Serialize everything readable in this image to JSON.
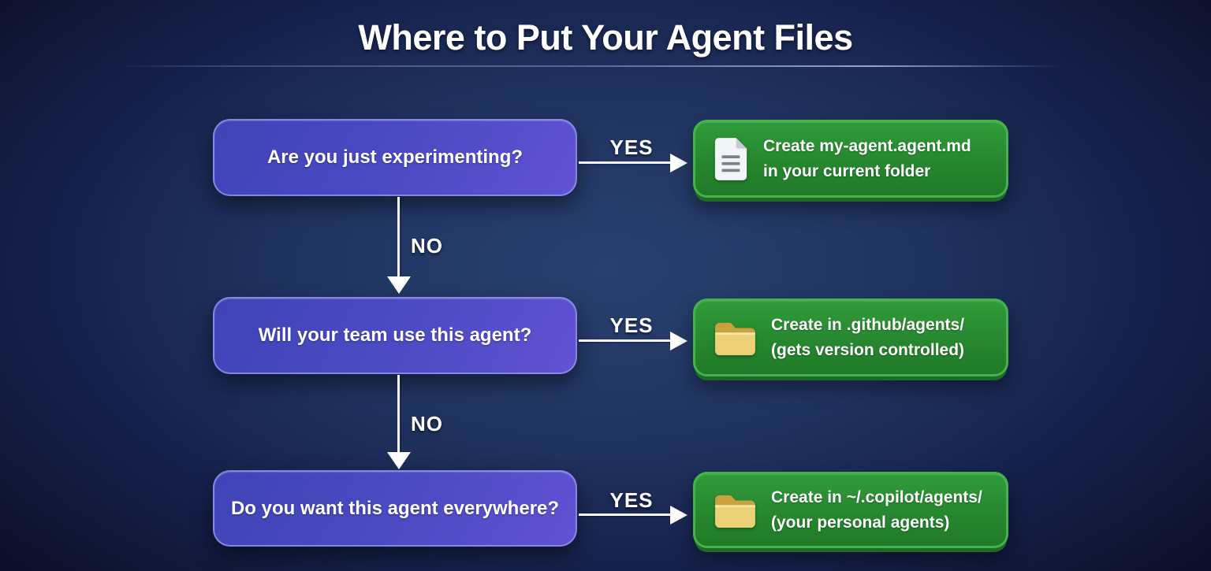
{
  "title": "Where to Put Your Agent Files",
  "colors": {
    "background_center": "#28406f",
    "background_edge": "#0c0e26",
    "question_box_top": "#3f44b6",
    "question_box_bottom": "#6152d3",
    "question_box_border": "#969cf0",
    "answer_box_top": "#309b3a",
    "answer_box_bottom": "#1f7a27",
    "answer_box_border": "#45b34c",
    "folder_icon": "#ecd077",
    "arrow": "#ffffff"
  },
  "flow": {
    "yes_label": "YES",
    "no_label": "NO",
    "questions": [
      {
        "text": "Are you just experimenting?"
      },
      {
        "text": "Will your team use this agent?"
      },
      {
        "text": "Do you want this agent everywhere?"
      }
    ],
    "answers": [
      {
        "icon": "document-icon",
        "line1": "Create my-agent.agent.md",
        "line2": "in your current folder"
      },
      {
        "icon": "folder-icon",
        "line1": "Create in .github/agents/",
        "line2": "(gets version controlled)"
      },
      {
        "icon": "folder-icon",
        "line1": "Create in ~/.copilot/agents/",
        "line2": "(your personal agents)"
      }
    ]
  }
}
